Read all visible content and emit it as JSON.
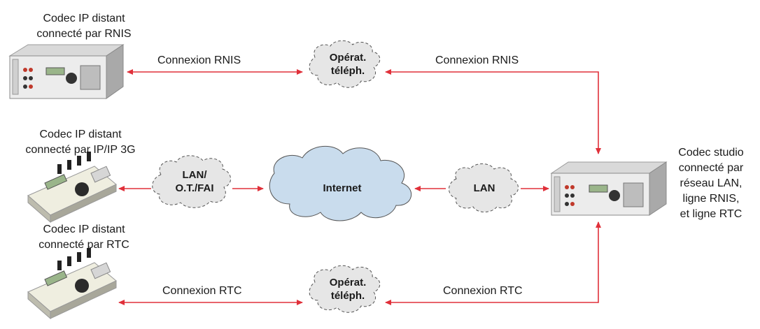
{
  "devices": {
    "remote_isdn": {
      "line1": "Codec IP distant",
      "line2": "connecté par RNIS"
    },
    "remote_ip": {
      "line1": "Codec IP distant",
      "line2": "connecté par IP/IP 3G"
    },
    "remote_pstn": {
      "line1": "Codec IP distant",
      "line2": "connecté par RTC"
    },
    "studio": {
      "line1": "Codec studio",
      "line2": "connecté par",
      "line3": "réseau LAN,",
      "line4": "ligne RNIS,",
      "line5": "et ligne RTC"
    }
  },
  "clouds": {
    "operator_top": {
      "line1": "Opérat.",
      "line2": "téléph."
    },
    "operator_bottom": {
      "line1": "Opérat.",
      "line2": "téléph."
    },
    "lan_isp": {
      "line1": "LAN/",
      "line2": "O.T./FAI"
    },
    "internet": {
      "line1": "Internet"
    },
    "lan": {
      "line1": "LAN"
    }
  },
  "connections": {
    "isdn_left": "Connexion RNIS",
    "isdn_right": "Connexion RNIS",
    "pstn_left": "Connexion RTC",
    "pstn_right": "Connexion RTC"
  },
  "colors": {
    "arrow": "#e0303a",
    "cloud_fill": "#e6e6e6",
    "internet_fill": "#c9dced",
    "device_body": "#cfcfcf"
  }
}
